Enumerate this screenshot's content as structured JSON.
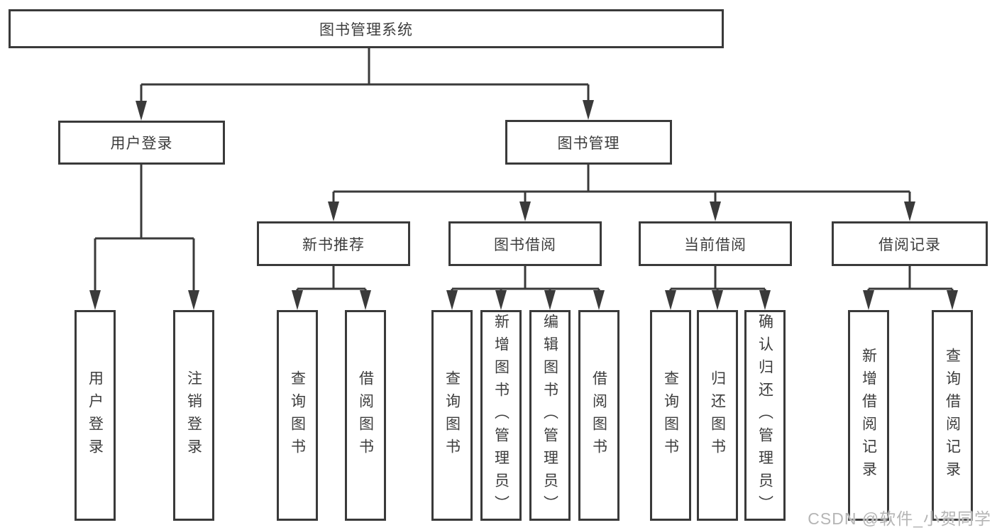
{
  "diagram": {
    "type": "tree",
    "root": {
      "label": "图书管理系统",
      "children": [
        {
          "label": "用户登录",
          "children": [
            {
              "label": "用户登录"
            },
            {
              "label": "注销登录"
            }
          ]
        },
        {
          "label": "图书管理",
          "children": [
            {
              "label": "新书推荐",
              "children": [
                {
                  "label": "查询图书"
                },
                {
                  "label": "借阅图书"
                }
              ]
            },
            {
              "label": "图书借阅",
              "children": [
                {
                  "label": "查询图书"
                },
                {
                  "label": "新增图书（管理员）"
                },
                {
                  "label": "编辑图书（管理员）"
                },
                {
                  "label": "借阅图书"
                }
              ]
            },
            {
              "label": "当前借阅",
              "children": [
                {
                  "label": "查询图书"
                },
                {
                  "label": "归还图书"
                },
                {
                  "label": "确认归还（管理员）"
                }
              ]
            },
            {
              "label": "借阅记录",
              "children": [
                {
                  "label": "新增借阅记录"
                },
                {
                  "label": "查询借阅记录"
                }
              ]
            }
          ]
        }
      ]
    },
    "watermark": "CSDN @软件_小贺同学",
    "colors": {
      "line": "#3a3a3a",
      "text": "#3d3d3d",
      "watermark": "#b5b5b5",
      "background": "#ffffff"
    }
  }
}
